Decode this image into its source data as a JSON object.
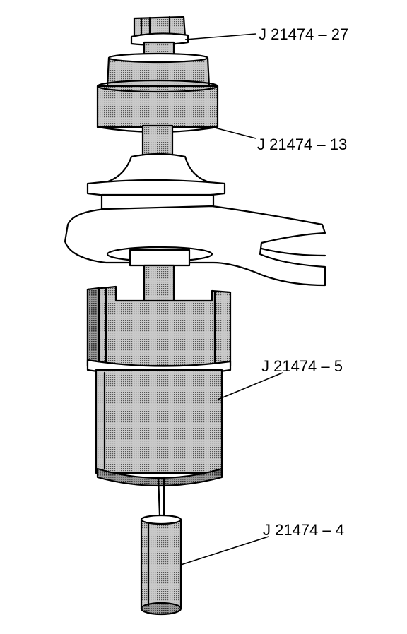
{
  "labels": {
    "part_27": "J 21474 – 27",
    "part_13": "J 21474 – 13",
    "part_5": "J 21474 – 5",
    "part_4": "J 21474 – 4"
  },
  "colors": {
    "line": "#000000",
    "shade": "#8a8a8a",
    "background": "#ffffff"
  }
}
